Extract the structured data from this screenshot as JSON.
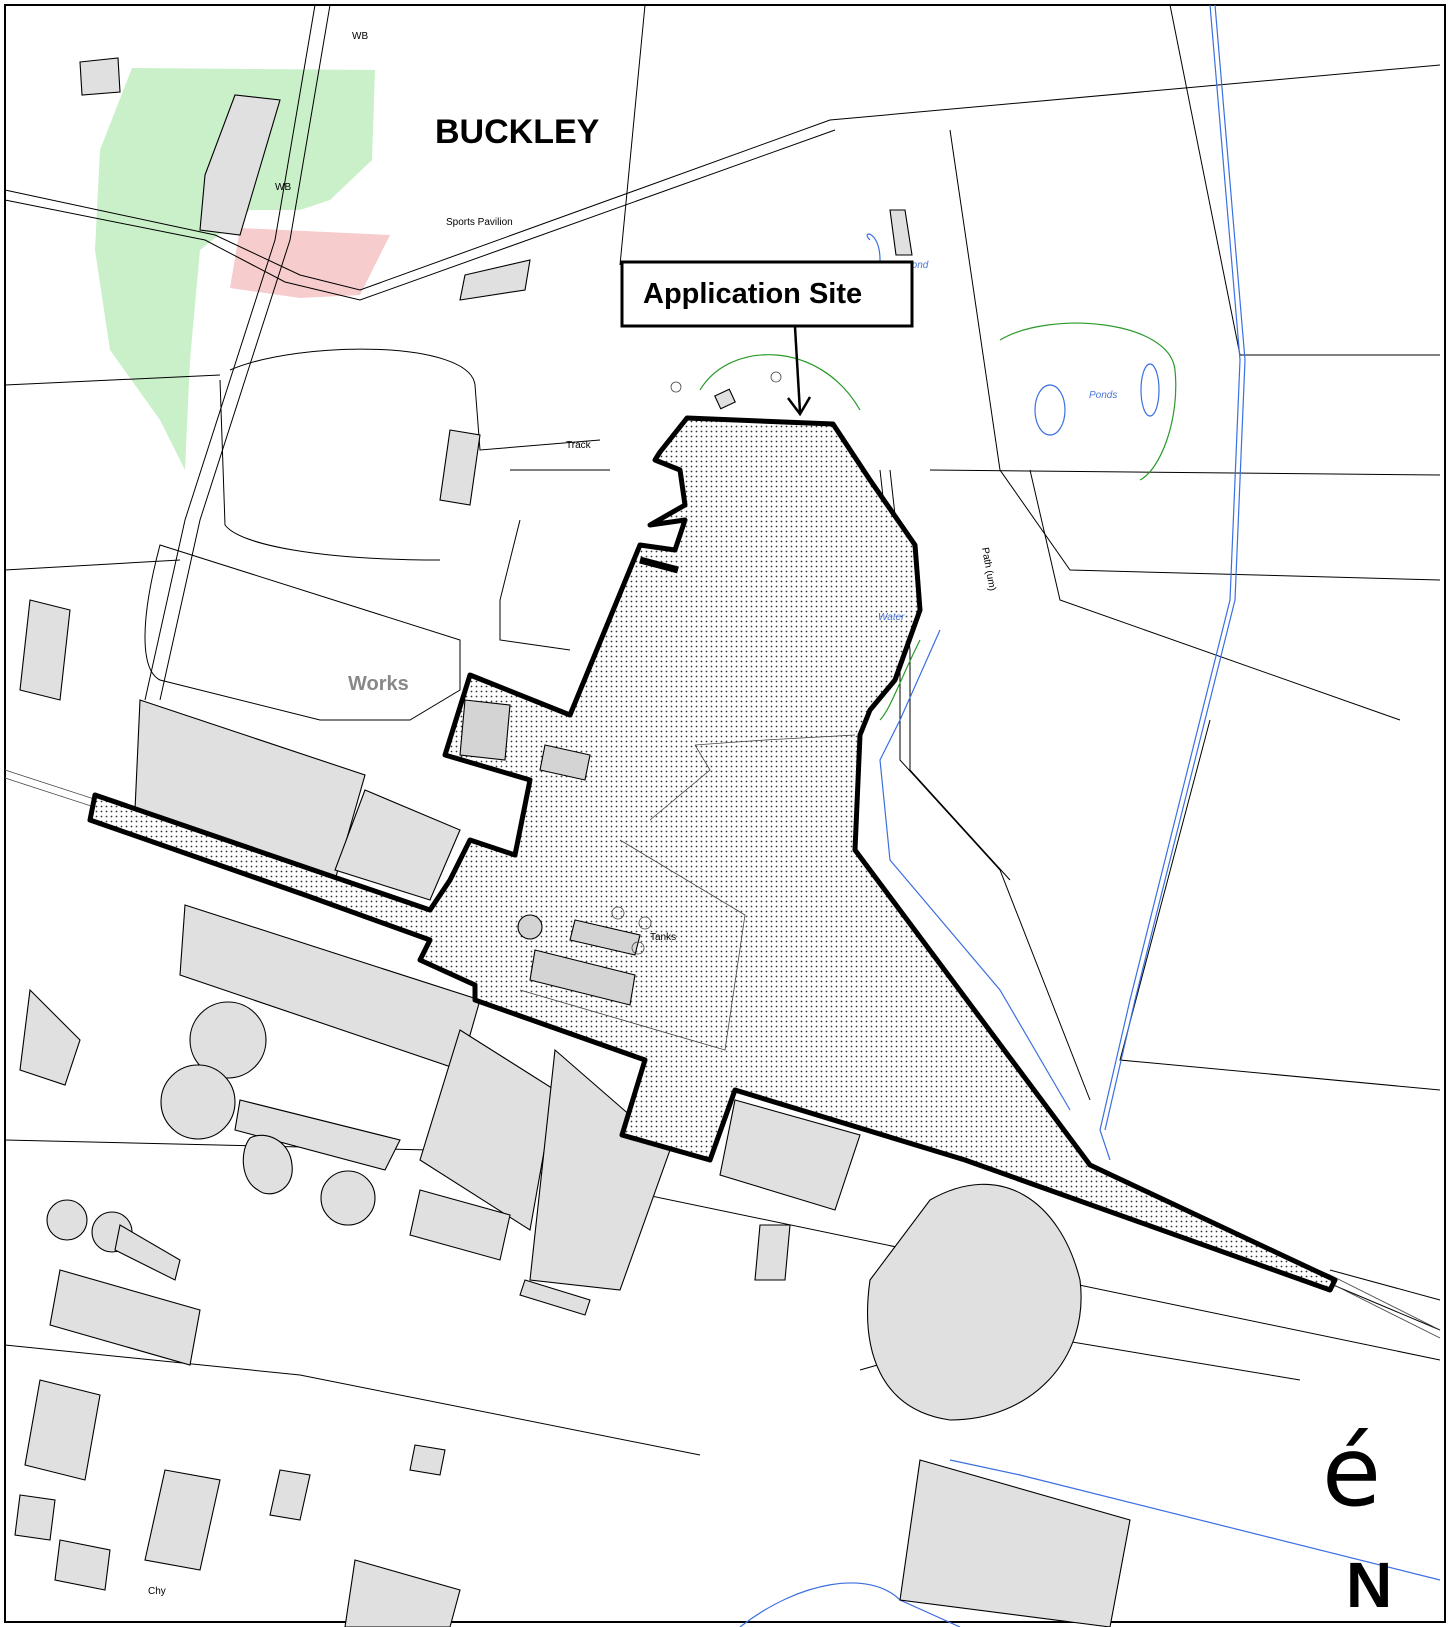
{
  "map": {
    "place_label": "BUCKLEY",
    "works_label": "Works",
    "callout_label": "Application Site",
    "north_arrow": {
      "glyph": "é",
      "letter": "N"
    },
    "labels": {
      "wb_top": "WB",
      "wb_mid": "WB",
      "sports_pavilion": "Sports Pavilion",
      "track": "Track",
      "path_um": "Path (um)",
      "ponds": "Ponds",
      "pond": "Pond",
      "water": "Water",
      "tanks": "Tanks",
      "chy": "Chy"
    },
    "colors": {
      "building_fill": "#e0e0e0",
      "water_line": "#3b6fe0",
      "vegetation_line": "#2a9a2a",
      "green_area": "#c9f0c9",
      "pink_area": "#f6cccc",
      "boundary": "#000000"
    }
  }
}
